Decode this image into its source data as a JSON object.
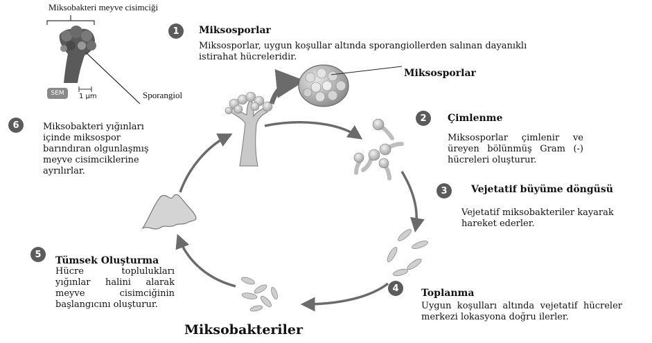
{
  "inset": {
    "caption": "Miksobakteri meyve cisimciği",
    "sem_label": "SEM",
    "scale_label": "1 μm",
    "sporangiol_label": "Sporangiol"
  },
  "steps": [
    {
      "number": "1",
      "title": "Miksosporlar",
      "description": "Miksosporlar, uygun koşullar altında sporangiollerden salınan dayanıklı istirahat hücreleridir."
    },
    {
      "number": "2",
      "title": "Çimlenme",
      "description": "Miksosporlar çimlenir ve üreyen bölünmüş Gram (-) hücreleri oluşturur."
    },
    {
      "number": "3",
      "title": "Vejetatif büyüme döngüsü",
      "description": "Vejetatif miksobakteriler kayarak hareket ederler."
    },
    {
      "number": "4",
      "title": "Toplanma",
      "description": "Uygun koşulları altında vejetatif hücreler merkezi lokasyona doğru ilerler."
    },
    {
      "number": "5",
      "title": "Tümsek Oluşturma",
      "description": "Hücre toplulukları yığınlar halini alarak meyve cisimciğinin başlangıcını oluşturur."
    },
    {
      "number": "6",
      "title": "",
      "description": "Miksobakteri yığınları içinde miksospor barındıran olgunlaşmış meyve cisimciklerine ayrılırlar."
    }
  ],
  "labels": {
    "myxospores": "Miksosporlar",
    "bottom_title": "Miksobakteriler"
  },
  "colors": {
    "badge": "#5b5b5b",
    "arrow": "#6b6b6b",
    "cell": "#b9b9b9",
    "spore": "#cfcfcf"
  }
}
